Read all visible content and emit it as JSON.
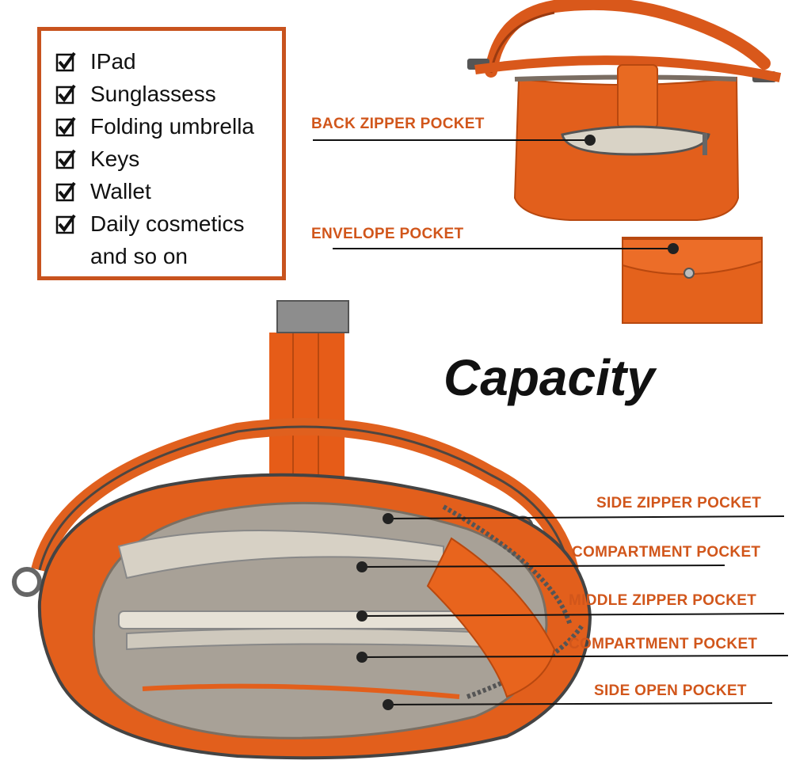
{
  "checklist": {
    "items": [
      "IPad",
      "Sunglassess",
      "Folding umbrella",
      "Keys",
      "Wallet",
      "Daily cosmetics and so on"
    ],
    "check_glyph": "checkbox-checked-icon"
  },
  "title": "Capacity",
  "labels": {
    "back_zipper": "BACK ZIPPER POCKET",
    "envelope": "ENVELOPE POCKET",
    "side_zipper": "SIDE ZIPPER POCKET",
    "compartment_1": "COMPARTMENT POCKET",
    "middle_zipper": "MIDDLE ZIPPER POCKET",
    "compartment_2": "COMPARTMENT POCKET",
    "side_open": "SIDE OPEN POCKET"
  },
  "colors": {
    "accent": "#c8531e",
    "bag": "#e0601e",
    "lining": "#a9a39a",
    "label": "#d1561b"
  }
}
